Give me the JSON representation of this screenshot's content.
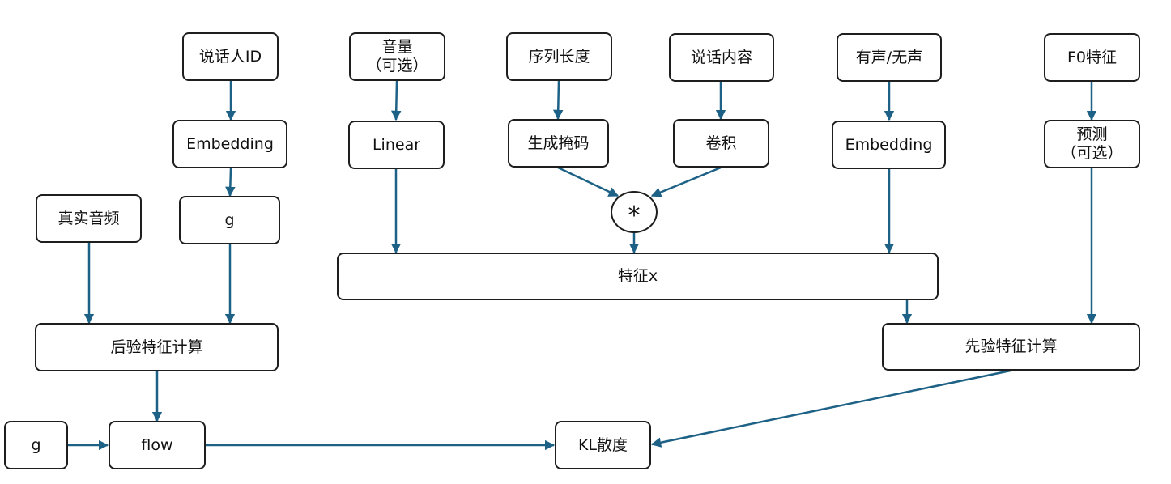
{
  "colors": {
    "arrow": "#1d6286",
    "box_border": "#1e1e1e",
    "text": "#111111"
  },
  "nodes": {
    "speaker_id": "说话人ID",
    "embedding_speaker": "Embedding",
    "g_top": "g",
    "real_audio": "真实音频",
    "posterior": "后验特征计算",
    "g_left": "g",
    "flow": "flow",
    "volume": "音量\n（可选）",
    "linear": "Linear",
    "seq_len": "序列长度",
    "mask": "生成掩码",
    "speech_content": "说话内容",
    "conv": "卷积",
    "multiply": "*",
    "feature_x": "特征x",
    "voiced": "有声/无声",
    "embedding_voiced": "Embedding",
    "f0": "F0特征",
    "predict": "预测\n（可选）",
    "prior": "先验特征计算",
    "kl": "KL散度"
  }
}
